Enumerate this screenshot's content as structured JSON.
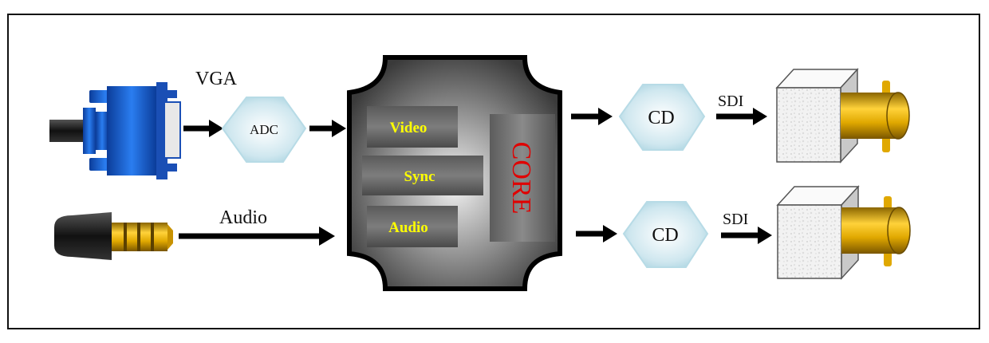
{
  "labels": {
    "vga": "VGA",
    "adc": "ADC",
    "audio_input": "Audio",
    "core": "CORE",
    "video": "Video",
    "sync": "Sync",
    "audio_block": "Audio",
    "cd_top": "CD",
    "cd_bottom": "CD",
    "sdi_top": "SDI",
    "sdi_bottom": "SDI"
  },
  "colors": {
    "core_text": "#e00000",
    "block_text": "#ffff00",
    "hexagon_fill": "#cfe7ef",
    "connector_gold": "#d9a400",
    "vga_blue": "#1e5fd0"
  },
  "icons": {
    "vga_connector": "vga-plug-icon",
    "audio_connector": "audio-jack-icon",
    "sdi_top": "bnc-connector-icon",
    "sdi_bottom": "bnc-connector-icon"
  }
}
